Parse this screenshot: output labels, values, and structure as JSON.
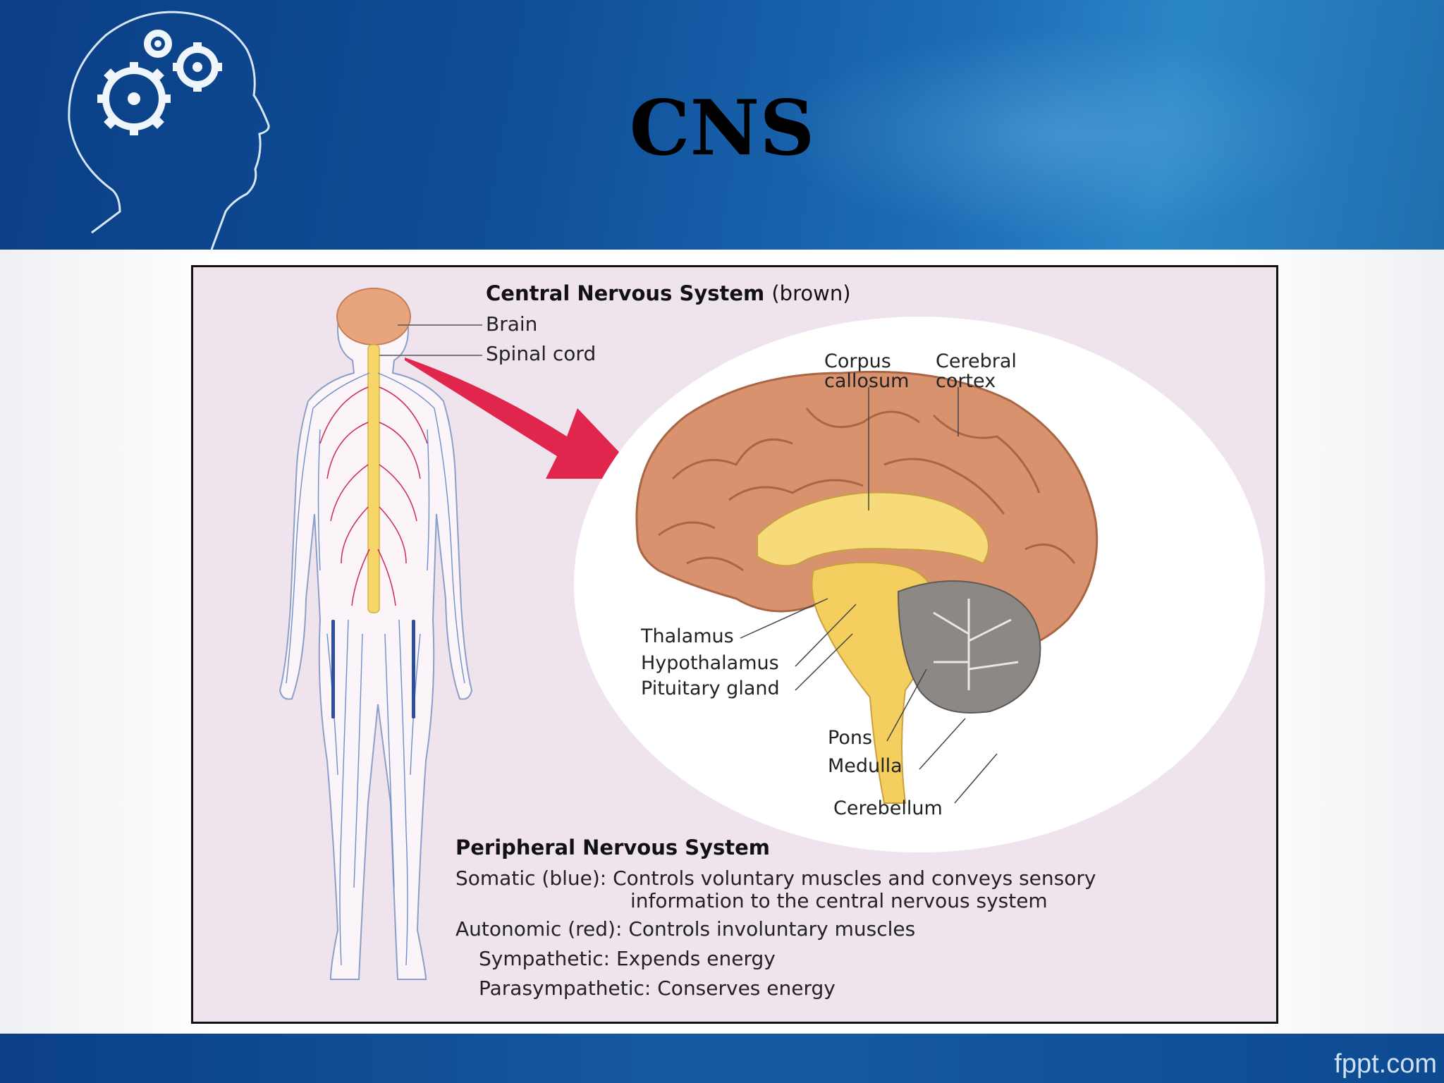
{
  "slide": {
    "title": "CNS",
    "watermark": "fppt.com"
  },
  "figure": {
    "cns_heading": "Central Nervous System",
    "cns_note": "(brown)",
    "body_labels": {
      "brain": "Brain",
      "spinal_cord": "Spinal cord"
    },
    "brain_labels": {
      "corpus_callosum": [
        "Corpus",
        "callosum"
      ],
      "cerebral_cortex": [
        "Cerebral",
        "cortex"
      ],
      "thalamus": "Thalamus",
      "hypothalamus": "Hypothalamus",
      "pituitary": "Pituitary gland",
      "pons": "Pons",
      "medulla": "Medulla",
      "cerebellum": "Cerebellum"
    },
    "pns": {
      "heading": "Peripheral Nervous System",
      "somatic_line1": "Somatic (blue): Controls voluntary muscles and conveys sensory",
      "somatic_line2": "information to the central nervous system",
      "autonomic": "Autonomic (red): Controls involuntary muscles",
      "sympathetic": "Sympathetic: Expends energy",
      "parasympathetic": "Parasympathetic: Conserves energy"
    }
  },
  "colors": {
    "header_blue": "#0f4d97",
    "brain": "#d9926e",
    "spinal": "#f6d66b",
    "arrow": "#e0163f",
    "nerve_blue": "#6f8fc9",
    "nerve_red": "#cc2a5a"
  }
}
